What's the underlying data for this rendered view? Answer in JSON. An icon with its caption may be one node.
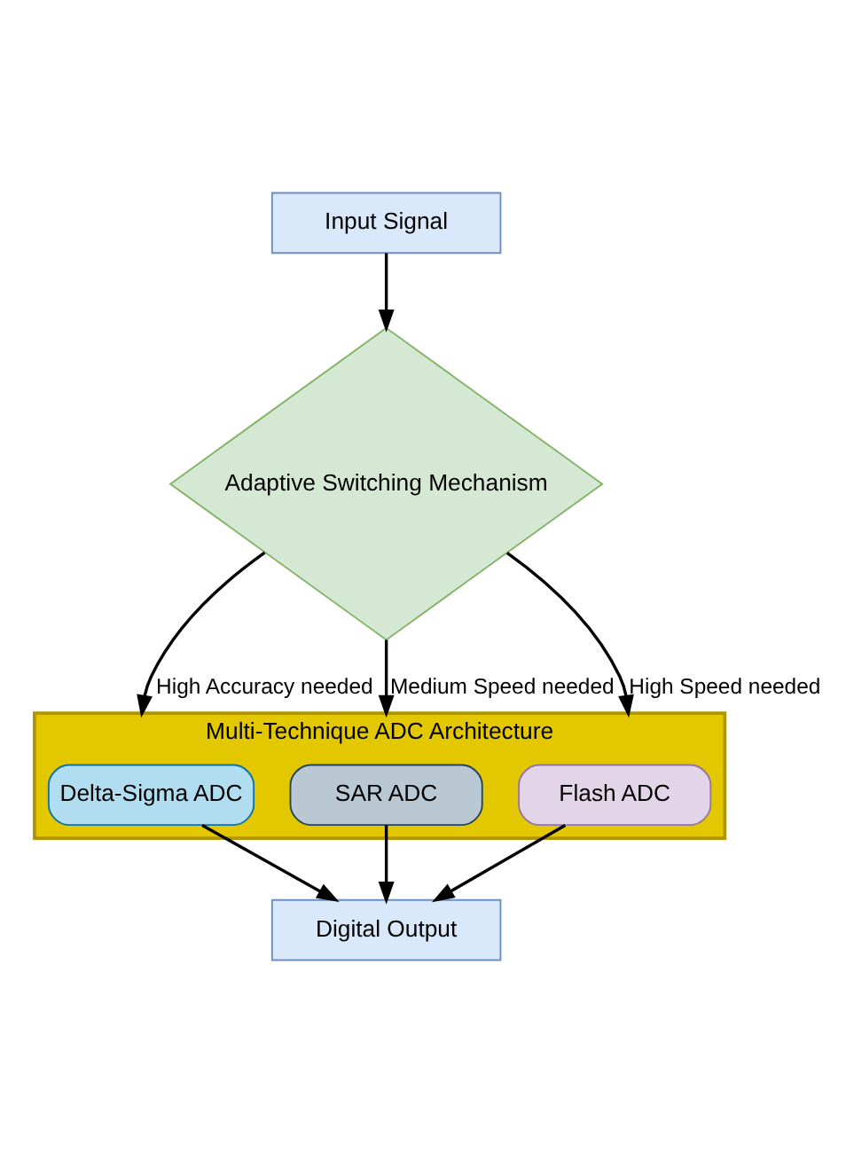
{
  "diagram": {
    "nodes": [
      {
        "text": [
          "Input Signal"
        ]
      },
      {
        "text": [
          "Adaptive Switching Mechanism"
        ]
      },
      {
        "text": [
          "Multi-Technique ADC Architecture"
        ]
      },
      {
        "text": [
          "Delta-Sigma ADC"
        ],
        "in": 2
      },
      {
        "text": [
          "SAR ADC"
        ],
        "in": 2
      },
      {
        "text": [
          "Flash ADC"
        ],
        "in": 2
      },
      {
        "text": [
          "Digital Output"
        ]
      }
    ],
    "edges": [
      {
        "from": 0,
        "to": 1,
        "arrow": "to"
      },
      {
        "from": 1,
        "to": 2,
        "arrow": "to",
        "label": "High Accuracy needed"
      },
      {
        "from": 1,
        "to": 2,
        "arrow": "to",
        "label": "Medium Speed needed"
      },
      {
        "from": 1,
        "to": 2,
        "arrow": "to",
        "label": "High Speed needed"
      },
      {
        "from": 3,
        "to": 6,
        "arrow": "to"
      },
      {
        "from": 4,
        "to": 6,
        "arrow": "to"
      },
      {
        "from": 5,
        "to": 6,
        "arrow": "to"
      }
    ]
  }
}
